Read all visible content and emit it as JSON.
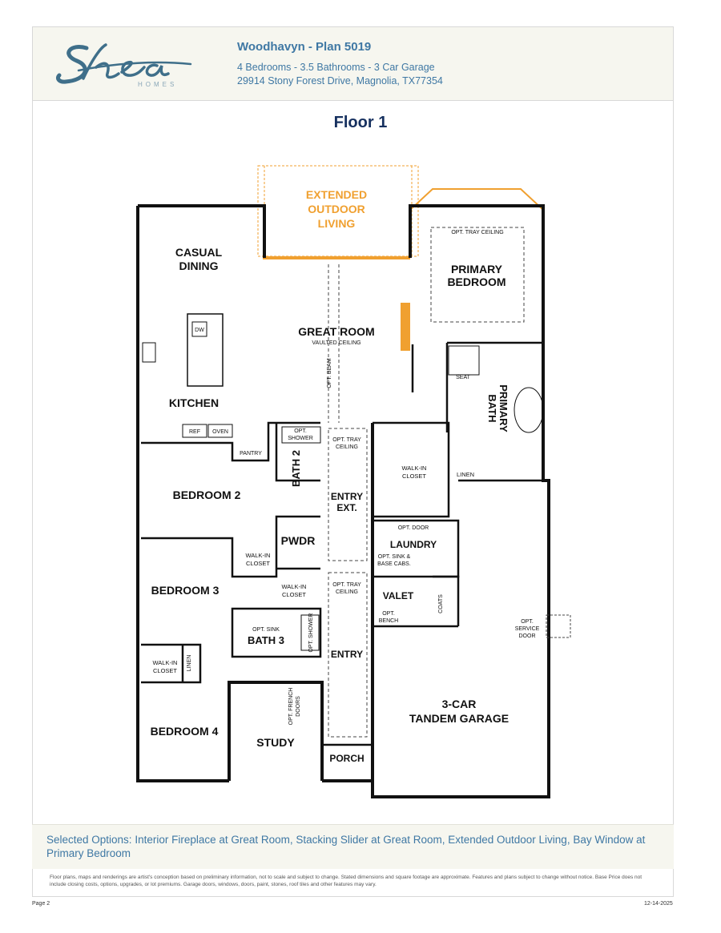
{
  "brand": {
    "name": "Shea",
    "sub": "HOMES",
    "color": "#3f6f8a"
  },
  "header": {
    "title": "Woodhavyn - Plan 5019",
    "specs": "4 Bedrooms - 3.5 Bathrooms - 3 Car Garage",
    "address": "29914 Stony Forest Drive, Magnolia, TX77354"
  },
  "floor_title": "Floor 1",
  "rooms": {
    "outdoor_1": "EXTENDED",
    "outdoor_2": "OUTDOOR",
    "outdoor_3": "LIVING",
    "casual_dining_1": "CASUAL",
    "casual_dining_2": "DINING",
    "kitchen": "KITCHEN",
    "great_room": "GREAT ROOM",
    "vaulted": "VAULTED CEILING",
    "opt_beam": "OPT. BEAM",
    "primary_bedroom_1": "PRIMARY",
    "primary_bedroom_2": "BEDROOM",
    "opt_tray_primary": "OPT. TRAY CEILING",
    "seat": "SEAT",
    "primary_bath_1": "PRIMARY",
    "primary_bath_2": "BATH",
    "walk_in_closet_1": "WALK-IN",
    "walk_in_closet_2": "CLOSET",
    "linen_primary": "LINEN",
    "dw": "DW",
    "ref": "REF",
    "oven": "OVEN",
    "pantry": "PANTRY",
    "opt_shower_1": "OPT.",
    "opt_shower_2": "SHOWER",
    "bath_2": "BATH 2",
    "opt_tray_entry_1": "OPT. TRAY",
    "opt_tray_entry_2": "CEILING",
    "entry_ext_1": "ENTRY",
    "entry_ext_2": "EXT.",
    "bedroom_2": "BEDROOM 2",
    "pwdr": "PWDR",
    "walk_in_b2_1": "WALK-IN",
    "walk_in_b2_2": "CLOSET",
    "opt_door": "OPT. DOOR",
    "laundry": "LAUNDRY",
    "opt_sink_base_1": "OPT. SINK &",
    "opt_sink_base_2": "BASE CABS.",
    "bedroom_3": "BEDROOM 3",
    "walk_in_b3_1": "WALK-IN",
    "walk_in_b3_2": "CLOSET",
    "opt_tray_entry_b_1": "OPT. TRAY",
    "opt_tray_entry_b_2": "CEILING",
    "valet": "VALET",
    "opt_bench_1": "OPT.",
    "opt_bench_2": "BENCH",
    "coats": "COATS",
    "opt_sink": "OPT. SINK",
    "bath_3": "BATH 3",
    "opt_shower_b3": "OPT. SHOWER",
    "opt_service_1": "OPT.",
    "opt_service_2": "SERVICE",
    "opt_service_3": "DOOR",
    "entry": "ENTRY",
    "walk_in_b4_1": "WALK-IN",
    "walk_in_b4_2": "CLOSET",
    "linen_b4": "LINEN",
    "opt_french_1": "OPT. FRENCH",
    "opt_french_2": "DOORS",
    "garage_1": "3-CAR",
    "garage_2": "TANDEM GARAGE",
    "bedroom_4": "BEDROOM 4",
    "study": "STUDY",
    "porch": "PORCH"
  },
  "colors": {
    "option_orange": "#f0a030",
    "wall": "#111111",
    "accent_blue": "#3f78a4",
    "title_navy": "#16305f"
  },
  "selected_options": "Selected Options: Interior Fireplace at Great Room, Stacking Slider at Great Room, Extended Outdoor Living, Bay Window at Primary Bedroom",
  "disclaimer": "Floor plans, maps and renderings are artist's conception based on preliminary information, not to scale and subject to change. Stated dimensions and square footage are approximate. Features and plans subject to change without notice. Base Price does not include closing costs, options, upgrades, or lot premiums. Garage doors, windows, doors, paint, stones, roof tiles and other features may vary.",
  "footer": {
    "page": "Page 2",
    "date": "12-14-2025"
  }
}
